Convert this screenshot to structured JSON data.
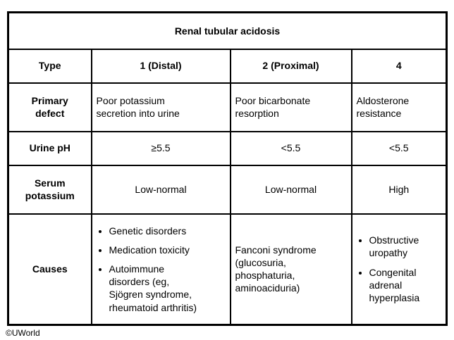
{
  "table": {
    "title": "Renal tubular acidosis",
    "header": {
      "label": "Type",
      "columns": [
        "1 (Distal)",
        "2 (Proximal)",
        "4"
      ]
    },
    "rows": {
      "primary_defect": {
        "label": "Primary defect",
        "cells": [
          "Poor potassium secretion into urine",
          "Poor bicarbonate resorption",
          "Aldosterone resistance"
        ]
      },
      "urine_ph": {
        "label": "Urine pH",
        "cells": [
          "≥5.5",
          "<5.5",
          "<5.5"
        ]
      },
      "serum_potassium": {
        "label": "Serum potassium",
        "cells": [
          "Low-normal",
          "Low-normal",
          "High"
        ]
      },
      "causes": {
        "label": "Causes",
        "distal_bullets": [
          "Genetic disorders",
          "Medication toxicity",
          "Autoimmune disorders (eg, Sjögren syndrome, rheumatoid arthritis)"
        ],
        "proximal_text": "Fanconi syndrome (glucosuria, phosphaturia, aminoaciduria)",
        "type4_bullets": [
          "Obstructive uropathy",
          "Congenital adrenal hyperplasia"
        ]
      }
    }
  },
  "copyright": "©UWorld",
  "colors": {
    "border": "#000000",
    "text": "#000000",
    "background": "#ffffff"
  }
}
